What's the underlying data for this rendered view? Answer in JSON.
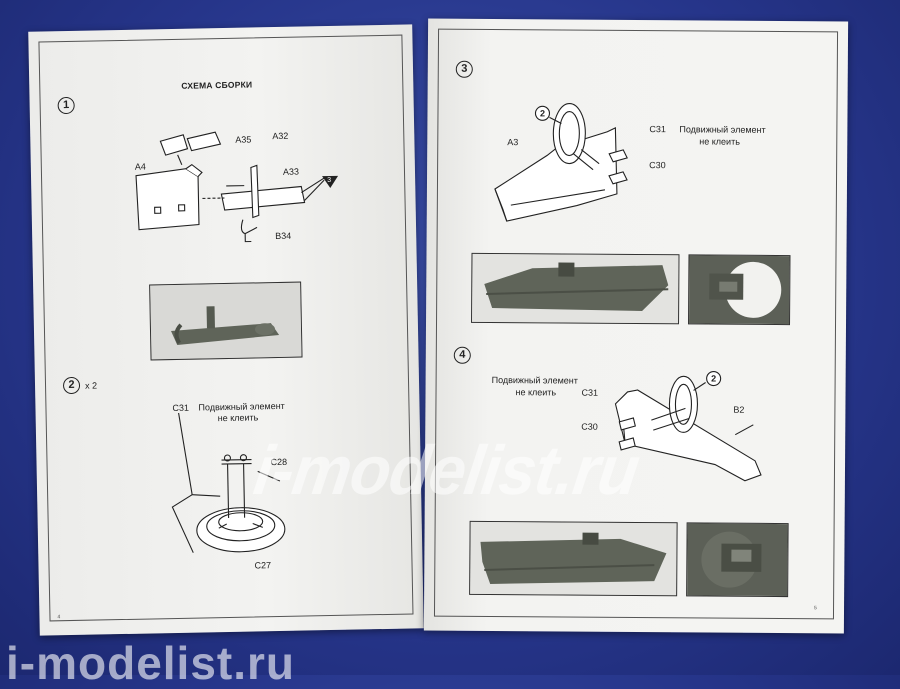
{
  "left_page": {
    "header_title": "СХЕМА СБОРКИ",
    "step1": {
      "number": "1",
      "labels": [
        "A4",
        "A35",
        "A32",
        "A33",
        "B34"
      ],
      "ref_step": "3"
    },
    "step2": {
      "number": "2",
      "quantity": "x 2",
      "note_line1": "Подвижный элемент",
      "note_line2": "не клеить",
      "labels": [
        "C31",
        "C28",
        "C27"
      ]
    },
    "page_number": "4"
  },
  "right_page": {
    "step3": {
      "number": "3",
      "ref_step": "2",
      "labels": [
        "A3",
        "C31",
        "C30"
      ],
      "note_line1": "Подвижный элемент",
      "note_line2": "не клеить"
    },
    "step4": {
      "number": "4",
      "ref_step": "2",
      "labels": [
        "C31",
        "C30",
        "B2"
      ],
      "note_line1": "Подвижный элемент",
      "note_line2": "не клеить"
    },
    "page_number": "5"
  },
  "watermark": "i-modelist.ru",
  "brand": "i-modelist.ru",
  "colors": {
    "background": "#26358a",
    "paper": "#f1f1ef",
    "ink": "#222222",
    "plastic": "#5f6459"
  }
}
